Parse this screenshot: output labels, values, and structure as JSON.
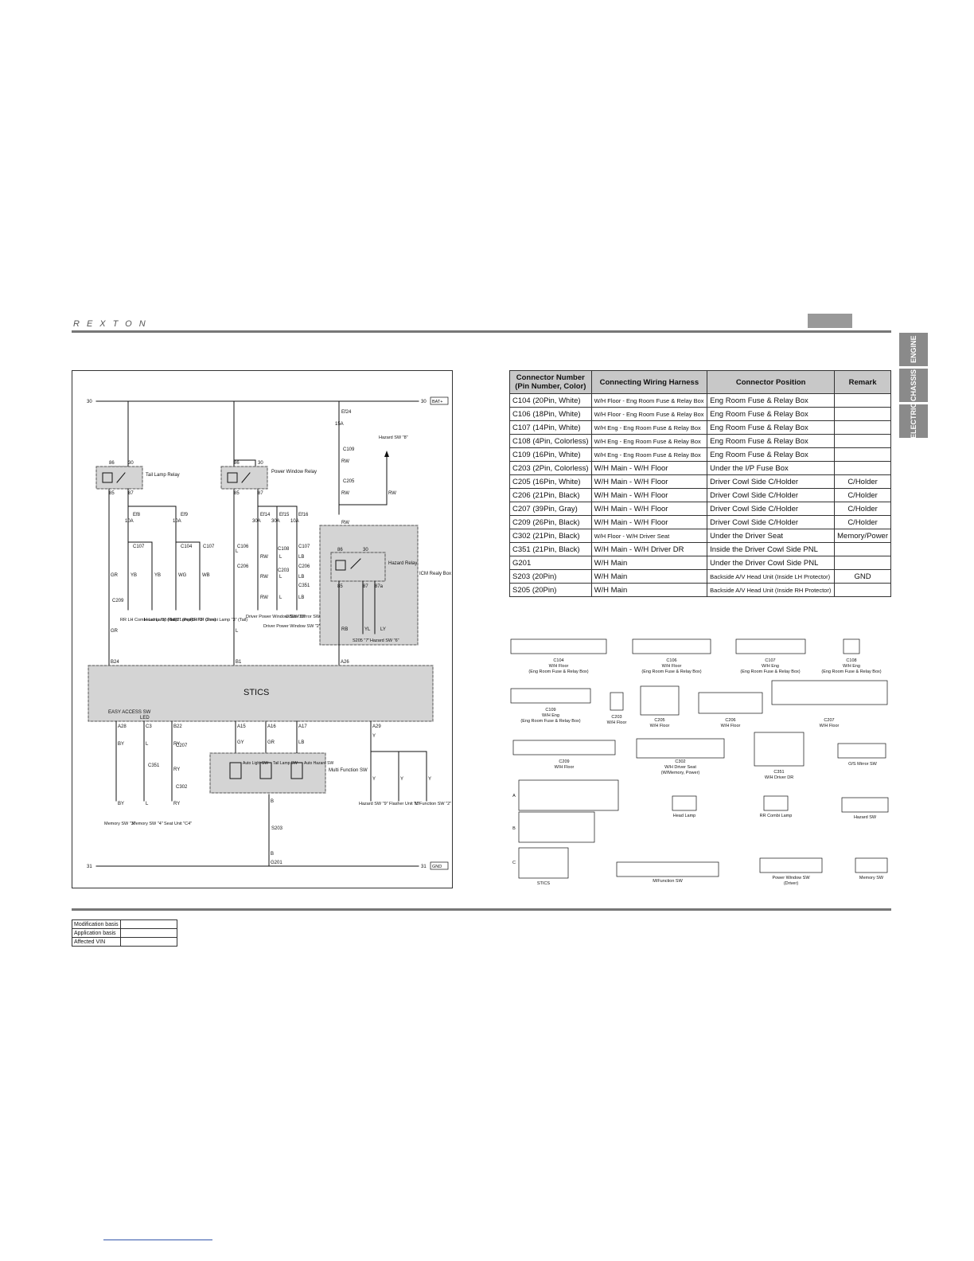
{
  "header": {
    "logo": "REXTON"
  },
  "side_tabs": [
    "ENGINE",
    "CHASSIS",
    "ELECTRIC"
  ],
  "diagram": {
    "rail_top_left": "30",
    "rail_top_right": "30",
    "bat_label": "BAT+",
    "rail_bottom_left": "31",
    "rail_bottom_right": "31",
    "gnd_label": "GND",
    "tail_lamp_relay": "Tail Lamp Relay",
    "power_window_relay": "Power Window Relay",
    "hazard_relay": "Hazard Relay",
    "icm_box": "ICM Realy Box",
    "stics": "STICS",
    "easy_access": "EASY ACCESS SW",
    "led": "LED",
    "multi_function_sw": "Multi Function SW",
    "auto_light_sw": "Auto Light SW",
    "tail_lamp_sw": "Tail Lamp SW",
    "auto_hazard_sw": "Auto Hazard SW",
    "fuses": {
      "ef24": "Ef24",
      "ef24_amp": "15A",
      "ef8": "Ef8",
      "ef8_amp": "10A",
      "ef9": "Ef9",
      "ef9_amp": "10A",
      "ef14": "Ef14",
      "ef14_amp": "30A",
      "ef15": "Ef15",
      "ef15_amp": "30A",
      "ef16": "Ef16",
      "ef16_amp": "10A"
    },
    "connectors": {
      "c109": "C109",
      "c205": "C205",
      "c107": "C107",
      "c104": "C104",
      "c106": "C106",
      "c108": "C108",
      "c206": "C206",
      "c203": "C203",
      "c351": "C351",
      "c209": "C209",
      "c207": "C207",
      "c302": "C302",
      "s203": "S203",
      "s205": "S205",
      "g201": "G201"
    },
    "wires": {
      "rw": "RW",
      "gr": "GR",
      "yb": "YB",
      "wg": "WG",
      "wb": "WB",
      "l": "L",
      "lb": "LB",
      "rb": "RB",
      "yl": "YL",
      "ly": "LY",
      "by": "BY",
      "ry": "RY",
      "gy": "GY",
      "b": "B",
      "y": "Y"
    },
    "pins": {
      "b24": "B24",
      "b1": "B1",
      "a26": "A26",
      "a28": "A28",
      "c3": "C3",
      "b22": "B22",
      "a15": "A15",
      "a16": "A16",
      "a17": "A17",
      "a29": "A29"
    },
    "relay_pins": {
      "p86": "86",
      "p30": "30",
      "p85": "85",
      "p87": "87",
      "p87a": "87a"
    },
    "loads": {
      "rr_lh": "RR LH Combi Lamp \"3\" (Tail)",
      "head_rh": "Head Lamp RH \"2\" (Pos)",
      "head_lh": "Head Lamp LH \"2\" (Pos)",
      "rr_rh": "RR RH Combi Lamp \"3\" (Tail)",
      "driver_pw": "Driver Power Window SW \"13\"",
      "driver_pw2": "Driver Power Window SW \"2\"",
      "os_mirror": "O/Side Mirror SW \"8\" (Fold)",
      "s205_7": "S205 \"7\"",
      "hazard_6": "Hazard SW \"6\"",
      "hazard_8": "Hazard SW \"8\"",
      "memory_3": "Memory SW \"3\"",
      "memory_4": "Memory SW \"4\"",
      "seat_unit": "Seat Unit \"C4\"",
      "hazard_9": "Hazard SW \"9\"",
      "flasher": "Flasher Unit \"L\"",
      "mfunction": "M/Function SW \"2\""
    }
  },
  "connector_table": {
    "headers": [
      "Connector Number (Pin Number, Color)",
      "Connecting Wiring Harness",
      "Connector Position",
      "Remark"
    ],
    "rows": [
      [
        "C104 (20Pin, White)",
        "W/H Floor - Eng Room Fuse & Relay Box",
        "Eng Room Fuse & Relay Box",
        ""
      ],
      [
        "C106 (18Pin, White)",
        "W/H Floor - Eng Room Fuse & Relay Box",
        "Eng Room Fuse & Relay Box",
        ""
      ],
      [
        "C107 (14Pin, White)",
        "W/H Eng - Eng Room Fuse & Relay Box",
        "Eng Room Fuse & Relay Box",
        ""
      ],
      [
        "C108 (4Pin, Colorless)",
        "W/H Eng - Eng Room Fuse & Relay Box",
        "Eng Room Fuse & Relay Box",
        ""
      ],
      [
        "C109 (16Pin, White)",
        "W/H Eng - Eng Room Fuse & Relay Box",
        "Eng Room Fuse & Relay Box",
        ""
      ],
      [
        "C203 (2Pin, Colorless)",
        "W/H Main - W/H Floor",
        "Under the I/P Fuse Box",
        ""
      ],
      [
        "C205 (16Pin, White)",
        "W/H Main - W/H Floor",
        "Driver Cowl Side C/Holder",
        "C/Holder"
      ],
      [
        "C206 (21Pin, Black)",
        "W/H Main - W/H Floor",
        "Driver Cowl Side C/Holder",
        "C/Holder"
      ],
      [
        "C207 (39Pin, Gray)",
        "W/H Main - W/H Floor",
        "Driver Cowl Side C/Holder",
        "C/Holder"
      ],
      [
        "C209 (26Pin, Black)",
        "W/H Main - W/H Floor",
        "Driver Cowl Side C/Holder",
        "C/Holder"
      ],
      [
        "C302 (21Pin, Black)",
        "W/H Floor - W/H Driver Seat",
        "Under the Driver Seat",
        "Memory/Power"
      ],
      [
        "C351 (21Pin, Black)",
        "W/H Main - W/H Driver DR",
        "Inside the Driver Cowl Side PNL",
        ""
      ],
      [
        "G201",
        "W/H Main",
        "Under the Driver Cowl Side PNL",
        ""
      ],
      [
        "S203 (20Pin)",
        "W/H Main",
        "Backside A/V Head Unit (Inside LH Protector)",
        "GND"
      ],
      [
        "S205 (20Pin)",
        "W/H Main",
        "Backside A/V Head Unit (Inside RH Protector)",
        ""
      ]
    ]
  },
  "connector_views": {
    "c104": [
      "C104",
      "W/H Floor",
      "(Eng Room Fuse & Relay Box)"
    ],
    "c106": [
      "C106",
      "W/H Floor",
      "(Eng Room Fuse & Relay Box)"
    ],
    "c107": [
      "C107",
      "W/H Eng",
      "(Eng Room Fuse & Relay Box)"
    ],
    "c108": [
      "C108",
      "W/H Eng",
      "(Eng Room Fuse & Relay Box)"
    ],
    "c109": [
      "C109",
      "W/H Eng",
      "(Eng Room Fuse & Relay Box)"
    ],
    "c203": [
      "C203",
      "W/H Floor"
    ],
    "c205": [
      "C205",
      "W/H Floor"
    ],
    "c206": [
      "C206",
      "W/H Floor"
    ],
    "c207": [
      "C207",
      "W/H Floor"
    ],
    "c209": [
      "C209",
      "W/H Floor"
    ],
    "c302": [
      "C302",
      "W/H Driver Seat",
      "(W/Memory, Power)"
    ],
    "c351": [
      "C351",
      "W/H Driver DR"
    ],
    "os_mirror": "O/S Mirror SW",
    "head_lamp": "Head Lamp",
    "rr_combi": "RR Combi Lamp",
    "hazard_sw": "Hazard SW",
    "stics": "STICS",
    "mfunction": "M/Function SW",
    "power_window": [
      "Power Window SW",
      "(Driver)"
    ],
    "memory_sw": "Memory SW",
    "stics_rows": [
      "A",
      "B",
      "C"
    ]
  },
  "modification": {
    "labels": [
      "Modification basis",
      "Application basis",
      "Affected VIN"
    ]
  }
}
